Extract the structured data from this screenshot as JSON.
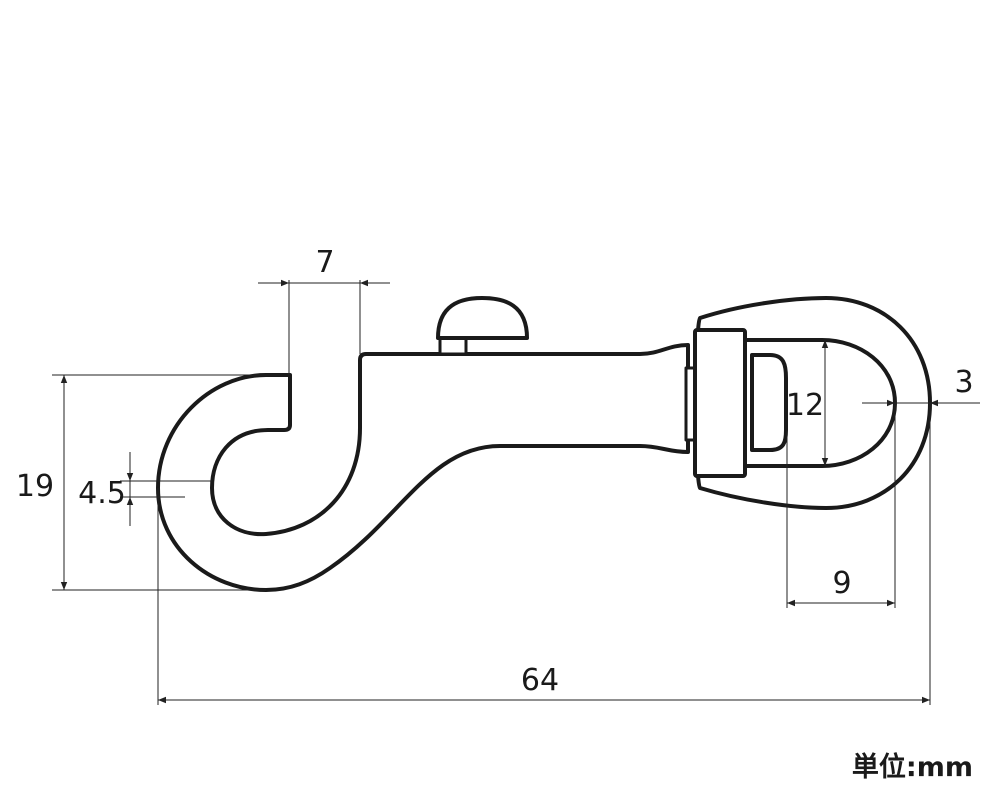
{
  "dimensions": {
    "top_gap": "7",
    "height": "19",
    "hook_opening": "4.5",
    "overall_length": "64",
    "eye_inner_height": "12",
    "eye_inner_width": "9",
    "eye_thickness": "3"
  },
  "unit_label": "単位:mm"
}
